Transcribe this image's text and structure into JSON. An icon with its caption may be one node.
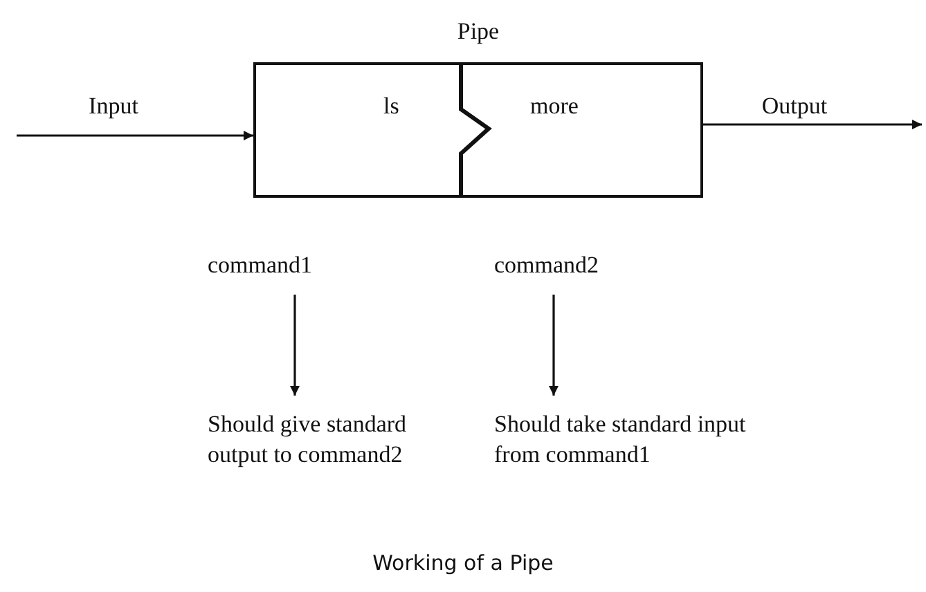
{
  "diagram": {
    "caption": "Working of a Pipe",
    "nodes": [
      {
        "text": [
          "Pipe"
        ]
      },
      {
        "text": [
          "ls"
        ],
        "in": 0
      },
      {
        "text": [
          "more"
        ],
        "in": 0
      },
      {
        "text": [
          "command1"
        ]
      },
      {
        "text": [
          "Should give standard output to command2"
        ]
      },
      {
        "text": [
          "command2"
        ]
      },
      {
        "text": [
          "Should take standard input from command1"
        ]
      }
    ],
    "edges": [
      {
        "from": null,
        "to": 0,
        "arrow": "to",
        "label": "Input"
      },
      {
        "from": 0,
        "to": null,
        "arrow": "to",
        "label": "Output"
      },
      {
        "from": 3,
        "to": 4,
        "arrow": "to"
      },
      {
        "from": 5,
        "to": 6,
        "arrow": "to"
      }
    ]
  }
}
